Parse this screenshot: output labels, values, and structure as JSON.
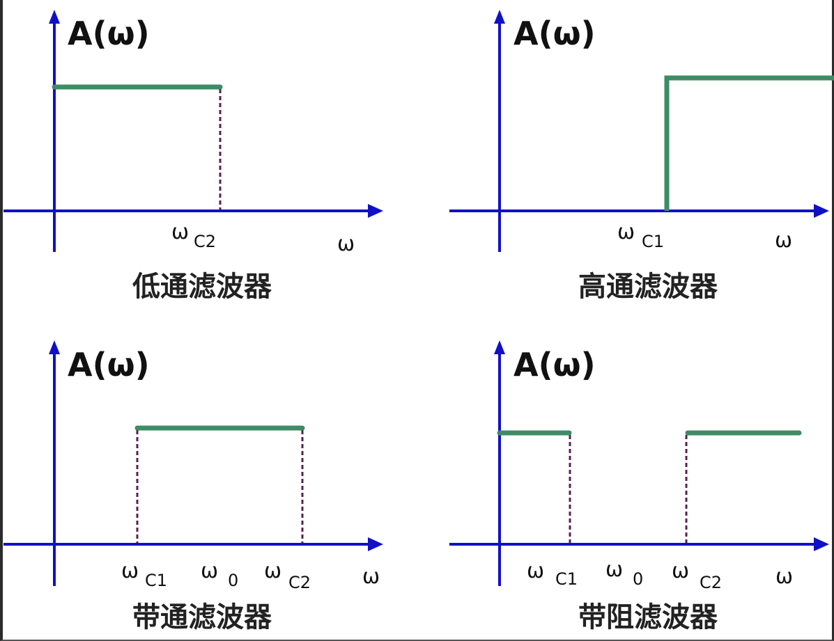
{
  "colors": {
    "axis": "#1010c8",
    "response": "#3d8c66",
    "cutoff": "#5a2050"
  },
  "y_label": "A(ω)",
  "x_label": "ω",
  "panels": [
    {
      "title": "低通滤波器",
      "ticks": [
        {
          "sym": "ω",
          "sub": "C2"
        }
      ]
    },
    {
      "title": "高通滤波器",
      "ticks": [
        {
          "sym": "ω",
          "sub": "C1"
        }
      ]
    },
    {
      "title": "带通滤波器",
      "ticks": [
        {
          "sym": "ω",
          "sub": "C1"
        },
        {
          "sym": "ω",
          "sub": "0"
        },
        {
          "sym": "ω",
          "sub": "C2"
        }
      ]
    },
    {
      "title": "带阻滤波器",
      "ticks": [
        {
          "sym": "ω",
          "sub": "C1"
        },
        {
          "sym": "ω",
          "sub": "0"
        },
        {
          "sym": "ω",
          "sub": "C2"
        }
      ]
    }
  ]
}
